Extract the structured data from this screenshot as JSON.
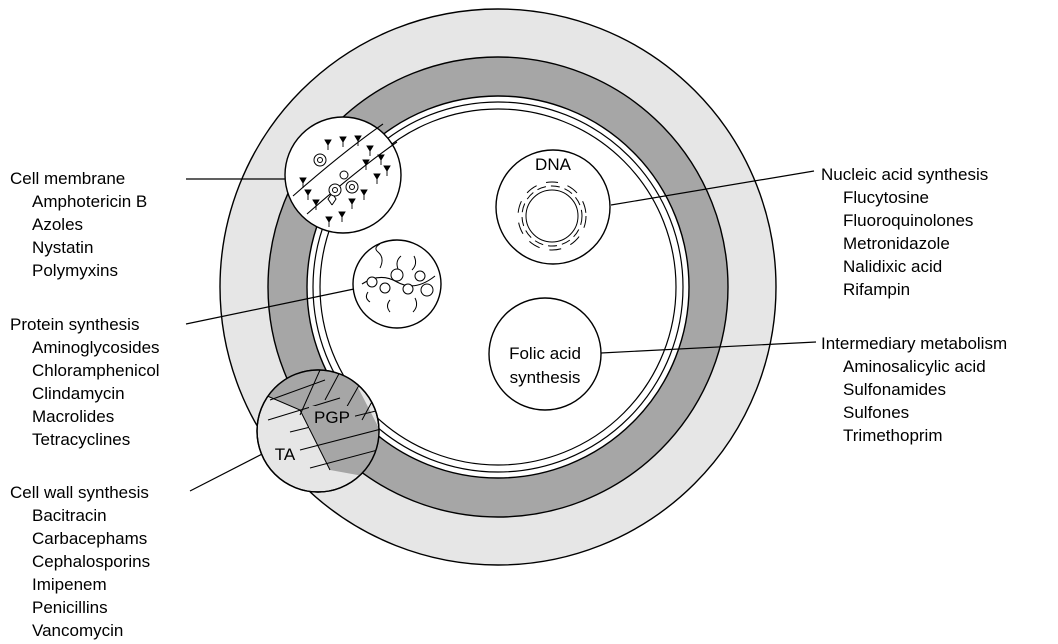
{
  "groups": {
    "cell_membrane": {
      "heading": "Cell membrane",
      "items": [
        "Amphotericin B",
        "Azoles",
        "Nystatin",
        "Polymyxins"
      ]
    },
    "protein_synthesis": {
      "heading": "Protein synthesis",
      "items": [
        "Aminoglycosides",
        "Chloramphenicol",
        "Clindamycin",
        "Macrolides",
        "Tetracyclines"
      ]
    },
    "cell_wall_synthesis": {
      "heading": "Cell wall synthesis",
      "items": [
        "Bacitracin",
        "Carbacephams",
        "Cephalosporins",
        "Imipenem",
        "Penicillins",
        "Vancomycin"
      ]
    },
    "nucleic_acid_synthesis": {
      "heading": "Nucleic acid synthesis",
      "items": [
        "Flucytosine",
        "Fluoroquinolones",
        "Metronidazole",
        "Nalidixic acid",
        "Rifampin"
      ]
    },
    "intermediary_metabolism": {
      "heading": "Intermediary metabolism",
      "items": [
        "Aminosalicylic acid",
        "Sulfonamides",
        "Sulfones",
        "Trimethoprim"
      ]
    }
  },
  "diagram": {
    "dna_label": "DNA",
    "folic_line1": "Folic acid",
    "folic_line2": "synthesis",
    "pgp_label": "PGP",
    "ta_label": "TA"
  },
  "colors": {
    "outer_layer": "#e6e6e6",
    "middle_layer": "#a6a6a6",
    "stroke": "#000000",
    "background": "#ffffff"
  }
}
